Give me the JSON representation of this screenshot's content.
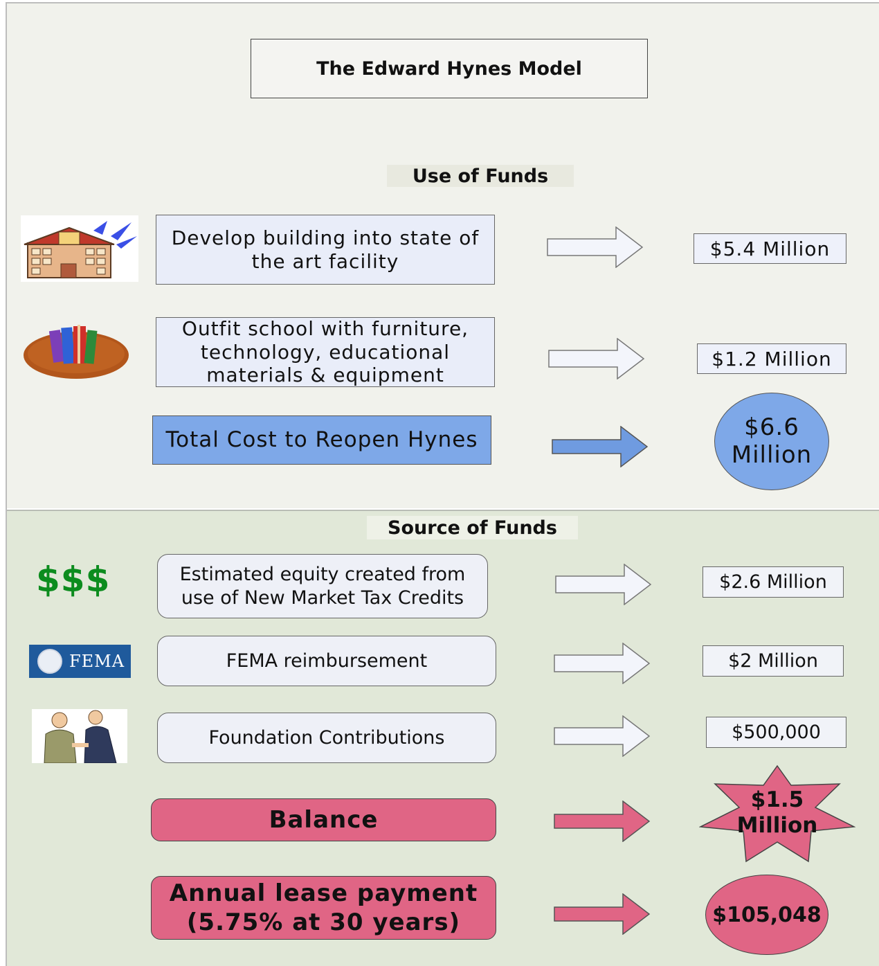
{
  "title": "The Edward Hynes Model",
  "use_of_funds": {
    "heading": "Use of Funds",
    "items": [
      {
        "label": "Develop building into state of the art facility",
        "amount": "$5.4 Million",
        "icon": "school-building-icon"
      },
      {
        "label": "Outfit school with furniture, technology, educational materials & equipment",
        "amount": "$1.2 Million",
        "icon": "books-icon"
      }
    ],
    "total_label": "Total Cost to Reopen Hynes",
    "total_amount": "$6.6 Million"
  },
  "source_of_funds": {
    "heading": "Source of Funds",
    "items": [
      {
        "label": "Estimated equity created from use of New Market Tax Credits",
        "amount": "$2.6 Million",
        "icon": "dollar-signs-icon"
      },
      {
        "label": "FEMA reimbursement",
        "amount": "$2 Million",
        "icon": "fema-logo-icon"
      },
      {
        "label": "Foundation Contributions",
        "amount": "$500,000",
        "icon": "handshake-icon"
      }
    ],
    "dollar_signs": "$$$",
    "fema_logo_text": "FEMA",
    "balance_label": "Balance",
    "balance_amount": "$1.5 Million",
    "lease_label": "Annual lease payment (5.75% at 30 years)",
    "lease_amount": "$105,048"
  },
  "colors": {
    "top_panel": "#f1f2ec",
    "bottom_panel": "#e1e8d8",
    "total_blue": "#7ea8e8",
    "pink": "#e06585",
    "dollar_green": "#0c8c1e",
    "fema_blue": "#1f5a9c"
  }
}
